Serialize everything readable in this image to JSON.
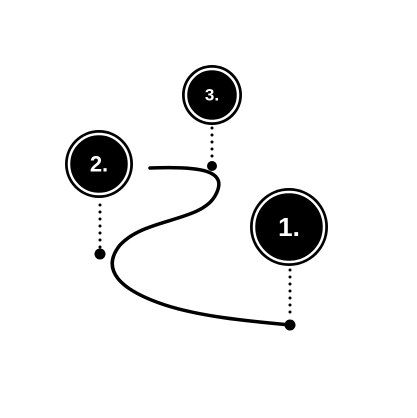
{
  "colors": {
    "background": "#ffffff",
    "ink": "#000000",
    "label": "#ffffff"
  },
  "markers": [
    {
      "id": "1",
      "label": "1."
    },
    {
      "id": "2",
      "label": "2."
    },
    {
      "id": "3",
      "label": "3."
    }
  ]
}
